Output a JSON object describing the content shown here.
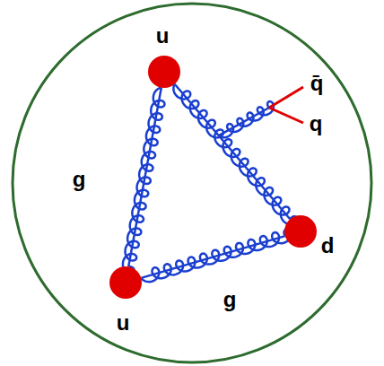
{
  "diagram": {
    "nodes": [
      {
        "text": [
          "u"
        ]
      },
      {
        "text": [
          "u"
        ]
      },
      {
        "text": [
          "d"
        ]
      }
    ],
    "edges": [
      {
        "from": 0,
        "to": 1,
        "label": "g",
        "arrow": "none"
      },
      {
        "from": 1,
        "to": 2,
        "label": "g",
        "arrow": "none"
      },
      {
        "from": 0,
        "to": 2,
        "arrow": "none"
      }
    ],
    "labels": [
      "q̄",
      "q"
    ]
  }
}
